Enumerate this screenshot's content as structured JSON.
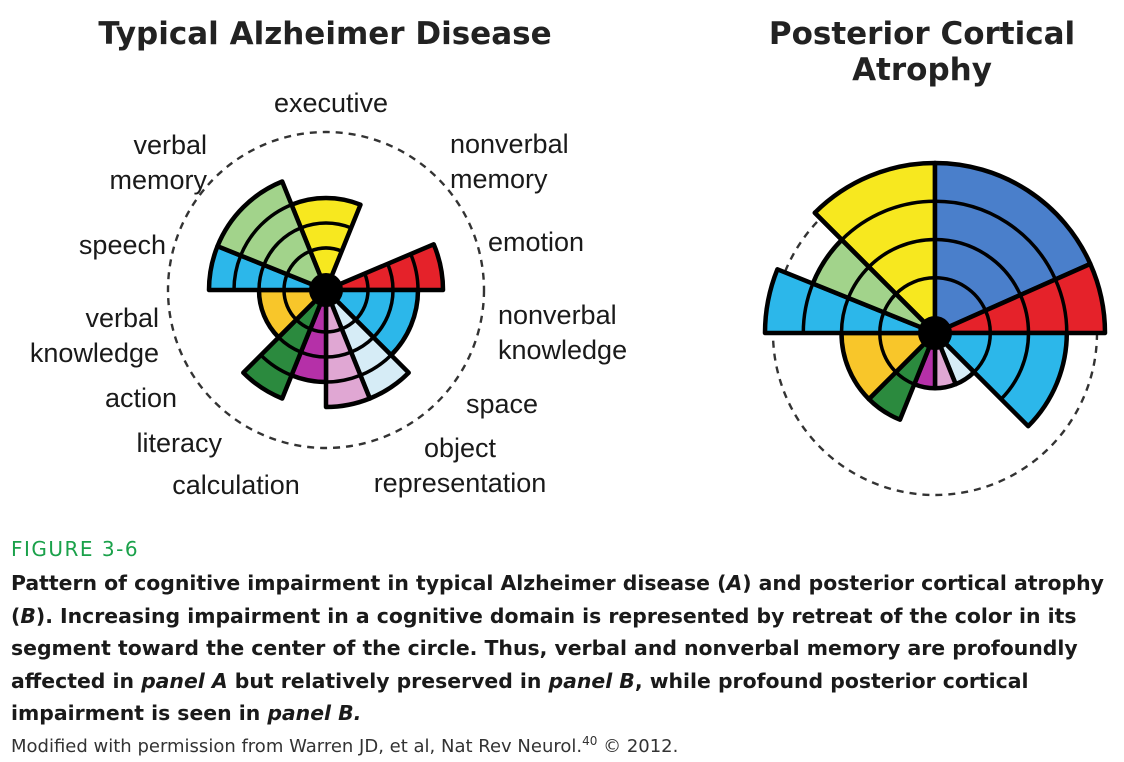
{
  "panels": [
    {
      "title_lines": [
        "Typical Alzheimer Disease"
      ],
      "domains": [
        {
          "name": "executive",
          "level": 3
        },
        {
          "name": "nonverbal memory",
          "level": 0
        },
        {
          "name": "emotion",
          "level": 4
        },
        {
          "name": "nonverbal knowledge",
          "level": 3
        },
        {
          "name": "space",
          "level": 4
        },
        {
          "name": "object representation",
          "level": 4
        },
        {
          "name": "calculation",
          "level": 3
        },
        {
          "name": "literacy",
          "level": 4
        },
        {
          "name": "action",
          "level": 2
        },
        {
          "name": "verbal knowledge",
          "level": 4
        },
        {
          "name": "speech",
          "level": 4
        },
        {
          "name": "verbal memory",
          "level": 0
        }
      ],
      "labels": [
        {
          "lines": [
            "executive"
          ]
        },
        {
          "lines": [
            "nonverbal",
            "memory"
          ]
        },
        {
          "lines": [
            "emotion"
          ]
        },
        {
          "lines": [
            "nonverbal",
            "knowledge"
          ]
        },
        {
          "lines": [
            "space"
          ]
        },
        {
          "lines": [
            "object",
            "representation"
          ]
        },
        {
          "lines": [
            "calculation"
          ]
        },
        {
          "lines": [
            "literacy"
          ]
        },
        {
          "lines": [
            "action"
          ]
        },
        {
          "lines": [
            "verbal",
            "knowledge"
          ]
        },
        {
          "lines": [
            "speech"
          ]
        },
        {
          "lines": [
            "verbal",
            "memory"
          ]
        }
      ]
    },
    {
      "title_lines": [
        "Posterior Cortical",
        "Atrophy"
      ],
      "domains": [
        {
          "name": "executive",
          "level": 4
        },
        {
          "name": "nonverbal memory",
          "level": 4
        },
        {
          "name": "emotion",
          "level": 4
        },
        {
          "name": "nonverbal knowledge",
          "level": 3
        },
        {
          "name": "space",
          "level": 1
        },
        {
          "name": "object representation",
          "level": 1
        },
        {
          "name": "calculation",
          "level": 1
        },
        {
          "name": "literacy",
          "level": 2
        },
        {
          "name": "action",
          "level": 2
        },
        {
          "name": "verbal knowledge",
          "level": 4
        },
        {
          "name": "speech",
          "level": 3
        },
        {
          "name": "verbal memory",
          "level": 4
        }
      ],
      "labels": []
    }
  ],
  "max_level": 4,
  "colors": {
    "executive": "#f7e81f",
    "nonverbal memory": "#4a7fcb",
    "emotion": "#e5222a",
    "nonverbal knowledge": "#2cb7ea",
    "space": "#d6ecf6",
    "object representation": "#e0a7d3",
    "calculation": "#b530a8",
    "literacy": "#2b8a3e",
    "action": "#f8c62a",
    "verbal knowledge": "#2cb7ea",
    "speech": "#a2d38b",
    "verbal memory": "#4a7fcb"
  },
  "caption": {
    "figure_label": "FIGURE 3-6",
    "text_1": "Pattern of cognitive impairment in typical Alzheimer disease (",
    "em_1": "A",
    "text_2": ") and posterior cortical atrophy (",
    "em_2": "B",
    "text_3": "). Increasing impairment in a cognitive domain is represented by retreat of the color in its segment toward the center of the circle. Thus, verbal and nonverbal memory are profoundly affected in ",
    "em_3": "panel A",
    "text_4": " but relatively preserved in ",
    "em_4": "panel B",
    "text_5": ", while profound posterior cortical impairment is seen in ",
    "em_5": "panel B.",
    "credit_text": "Modified with permission from Warren JD, et al, Nat Rev Neurol.",
    "credit_ref": "40",
    "credit_tail": " © 2012."
  }
}
